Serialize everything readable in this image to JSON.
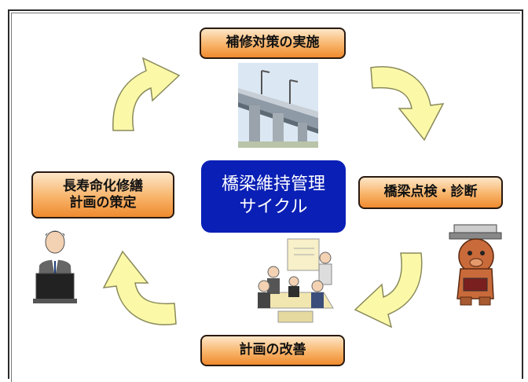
{
  "diagram": {
    "top_label": "補修対策の実施",
    "right_label": "橋梁点検・診断",
    "bottom_label": "計画の改善",
    "left_label_line1": "長寿命化修繕",
    "left_label_line2": "計画の策定",
    "center_line1": "橋梁維持管理",
    "center_line2": "サイクル"
  },
  "colors": {
    "label_gradient_top": "#fde6c8",
    "label_gradient_bottom": "#ef8a2e",
    "center_bg": "#0a1fb5",
    "arrow_fill": "#fbf9a8",
    "arrow_stroke": "#8a8a5a"
  }
}
